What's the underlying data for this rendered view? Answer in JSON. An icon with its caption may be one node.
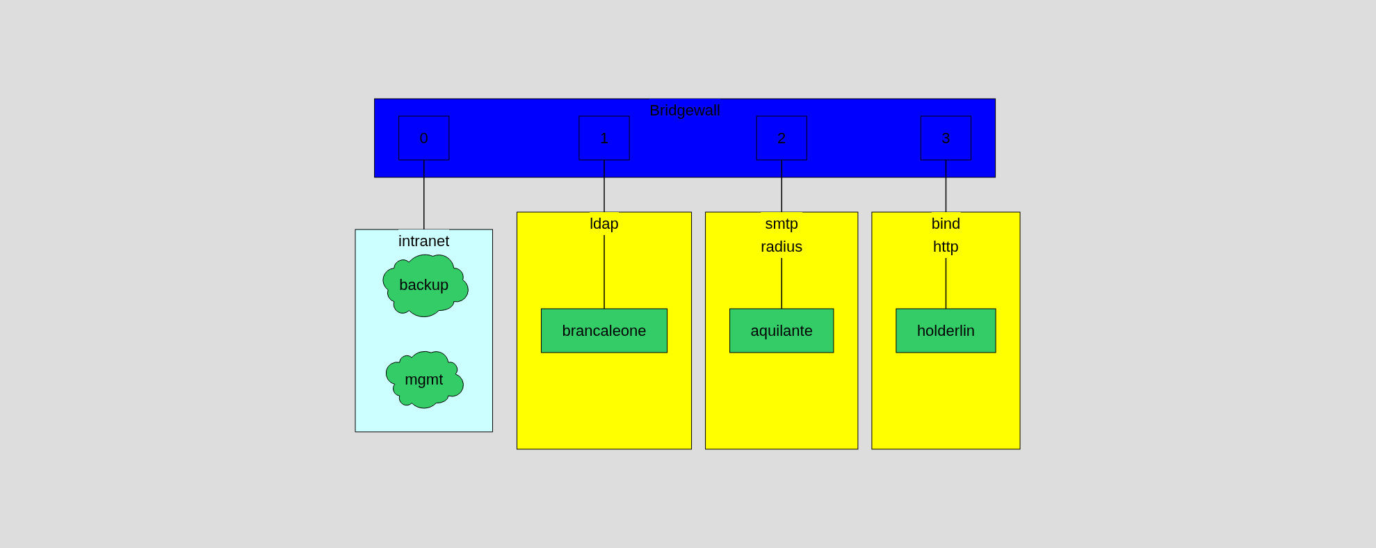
{
  "diagram": {
    "nodes": [
      {
        "text": [
          "Bridgewall"
        ]
      },
      {
        "text": [
          "3"
        ],
        "in": 0
      },
      {
        "text": [
          "2"
        ],
        "in": 0
      },
      {
        "text": [
          "1"
        ],
        "in": 0
      },
      {
        "text": [
          "0"
        ],
        "in": 0
      },
      {
        "text": [
          "bind",
          "http"
        ]
      },
      {
        "text": [
          "holderlin"
        ],
        "in": 5
      },
      {
        "text": [
          "smtp",
          "radius"
        ]
      },
      {
        "text": [
          "aquilante"
        ],
        "in": 7
      },
      {
        "text": [
          "ldap"
        ]
      },
      {
        "text": [
          "brancaleone"
        ],
        "in": 9
      },
      {
        "text": [
          "intranet"
        ]
      },
      {
        "text": [
          "backup"
        ],
        "in": 11
      },
      {
        "text": [
          "mgmt"
        ],
        "in": 11
      }
    ],
    "edges": [
      {
        "from": 1,
        "to": 6,
        "arrow": "none"
      },
      {
        "from": 2,
        "to": 8,
        "arrow": "none"
      },
      {
        "from": 3,
        "to": 10,
        "arrow": "none"
      },
      {
        "from": 4,
        "to": 11,
        "arrow": "none"
      }
    ]
  }
}
